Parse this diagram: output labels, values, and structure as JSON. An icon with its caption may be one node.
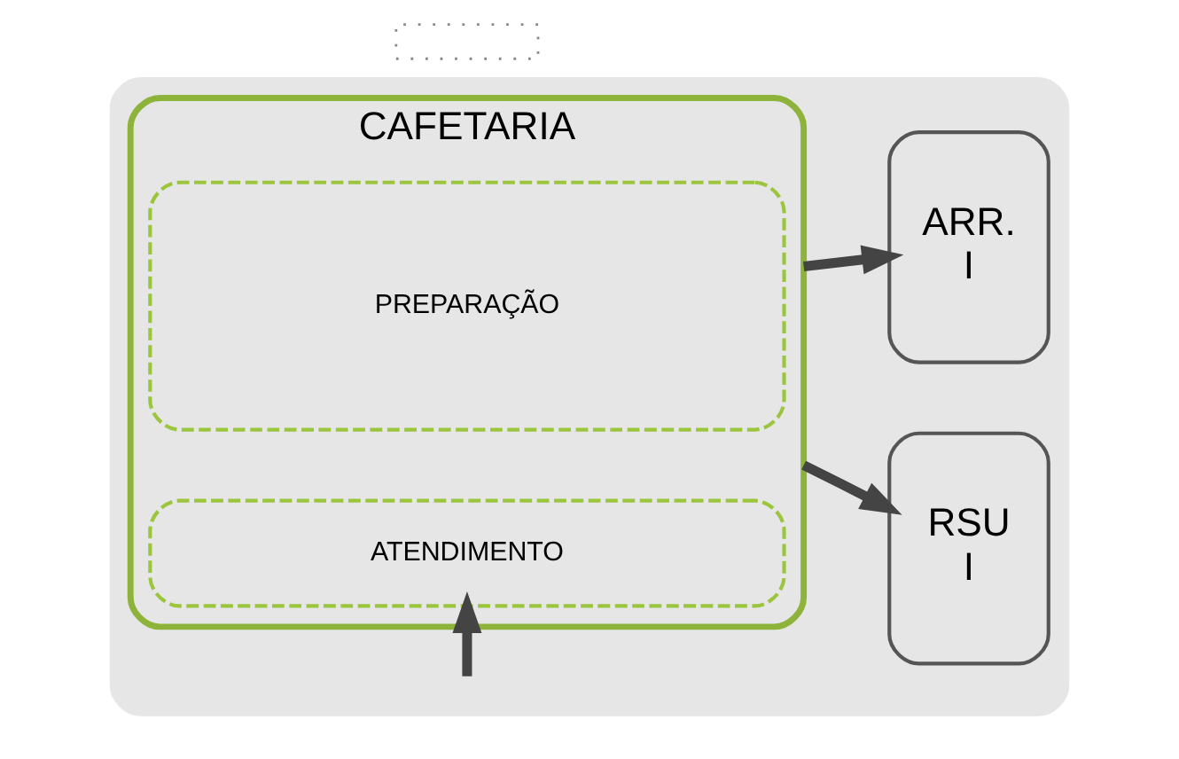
{
  "diagram": {
    "nodes": [
      {
        "text": [],
        "shape": "box"
      },
      {
        "text": [
          "CAFETARIA"
        ],
        "in": 0
      },
      {
        "text": [
          "PREPARAÇÃO"
        ],
        "in": 1
      },
      {
        "text": [
          "ATENDIMENTO"
        ],
        "in": 1
      },
      {
        "text": [
          "RSU",
          "I"
        ],
        "in": 0
      },
      {
        "text": [
          "ARR.",
          "I"
        ],
        "in": 0
      },
      {
        "text": [],
        "shape": "box"
      }
    ],
    "edges": [
      {
        "from": 1,
        "to": 4,
        "arrow": "to"
      },
      {
        "from": 1,
        "to": 5,
        "arrow": "to"
      },
      {
        "from": null,
        "to": 3,
        "arrow": "to"
      }
    ]
  }
}
